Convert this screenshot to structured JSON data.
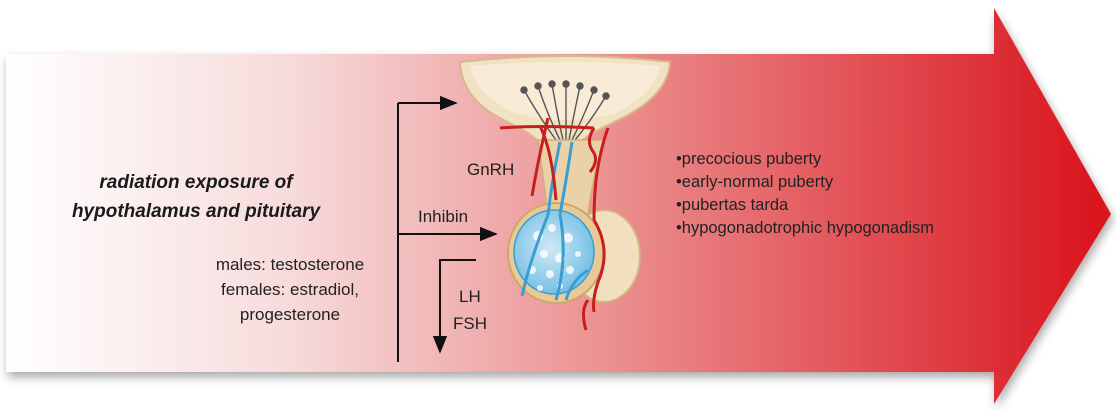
{
  "exposure_title": [
    "radiation exposure of",
    "hypothalamus and pituitary"
  ],
  "feedback_hormones": [
    "males: testosterone",
    "females: estradiol,",
    "progesterone"
  ],
  "signals": {
    "gnrh": "GnRH",
    "inhibin": "Inhibin",
    "lh": "LH",
    "fsh": "FSH"
  },
  "outcomes": [
    "precocious puberty",
    "early-normal puberty",
    "pubertas tarda",
    "hypogonadotrophic hypogonadism"
  ],
  "colors": {
    "arrow_start": "#ffffff",
    "arrow_end": "#d9121b",
    "gland_tissue": "#f2e2c4",
    "blood_vessels": "#c81e1e",
    "portal_vessels": "#3a9fd0"
  }
}
